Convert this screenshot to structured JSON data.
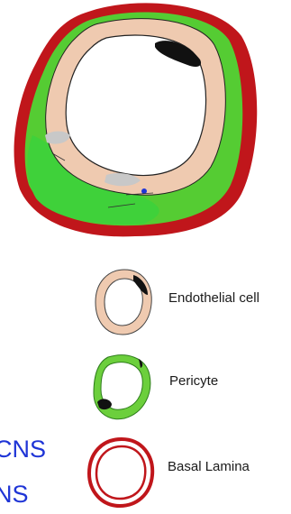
{
  "legend": {
    "items": [
      {
        "label": "Endothelial cell",
        "icon": "endothelial-cell-icon"
      },
      {
        "label": "Pericyte",
        "icon": "pericyte-icon"
      },
      {
        "label": "Basal Lamina",
        "icon": "basal-lamina-icon"
      }
    ]
  },
  "side_labels": {
    "line1": "CNS",
    "line2": "NS"
  },
  "colors": {
    "endothelial": "#efcab0",
    "pericyte": "#55cc33",
    "basal_lamina": "#c0161b",
    "nucleus": "#111111",
    "side_text": "#1f35d6"
  }
}
